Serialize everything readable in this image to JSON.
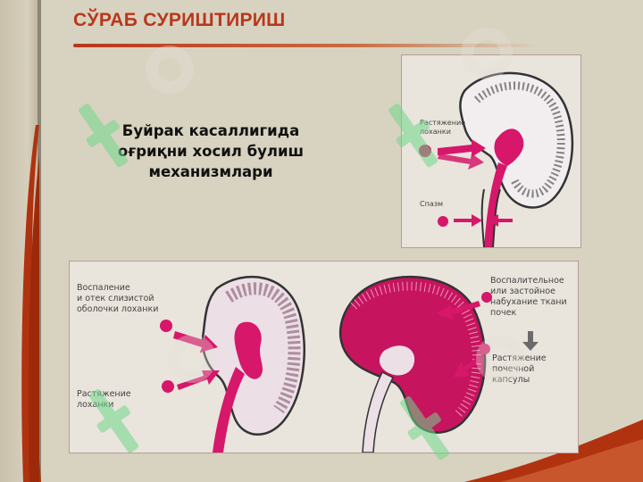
{
  "slide": {
    "title": "СЎРАБ СУРИШТИРИШ",
    "subtitle": "Буйрак касаллигида оғриқни хосил булиш механизмлари"
  },
  "figure_top": {
    "labels": {
      "pelvis_stretch": "Растяжение\nлоханки",
      "spasm": "Спазм"
    }
  },
  "figure_bottom": {
    "labels": {
      "inflammation": "Воспаление\nи отек слизистой\nоболочки лоханки",
      "pelvis_stretch": "Растяжение\nлоханки",
      "tissue_swelling": "Воспалительное\nили застойное\nнабухание ткани\nпочек",
      "capsule_stretch": "Растяжение\nпочечной\nкапсулы"
    }
  },
  "colors": {
    "accent_red": "#b8371c",
    "magenta": "#d6176a",
    "watermark_green": "#6fd88a"
  }
}
